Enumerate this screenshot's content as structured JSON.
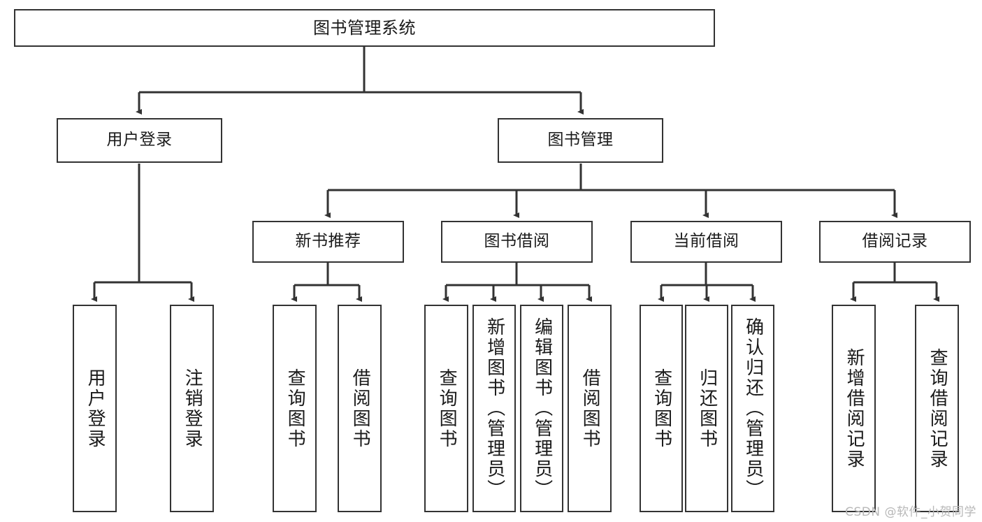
{
  "diagram": {
    "title": "图书管理系统",
    "type": "tree",
    "orientation": "top-down",
    "line_color": "#333333",
    "box_fill": "#ffffff",
    "box_border": "#333333",
    "watermark": "CSDN @软件_小贺同学",
    "nodes": {
      "root": {
        "label": "图书管理系统"
      },
      "level2": [
        {
          "label": "用户登录"
        },
        {
          "label": "图书管理"
        }
      ],
      "level3": [
        {
          "label": "新书推荐"
        },
        {
          "label": "图书借阅"
        },
        {
          "label": "当前借阅"
        },
        {
          "label": "借阅记录"
        }
      ],
      "leaves": {
        "user_login": [
          {
            "label": "用户登录"
          },
          {
            "label": "注销登录"
          }
        ],
        "new_book_recommend": [
          {
            "label": "查询图书"
          },
          {
            "label": "借阅图书"
          }
        ],
        "book_borrow": [
          {
            "label": "查询图书"
          },
          {
            "label": "新增图书（管理员）"
          },
          {
            "label": "编辑图书（管理员）"
          },
          {
            "label": "借阅图书"
          }
        ],
        "current_borrow": [
          {
            "label": "查询图书"
          },
          {
            "label": "归还图书"
          },
          {
            "label": "确认归还（管理员）"
          }
        ],
        "borrow_record": [
          {
            "label": "新增借阅记录"
          },
          {
            "label": "查询借阅记录"
          }
        ]
      }
    }
  }
}
